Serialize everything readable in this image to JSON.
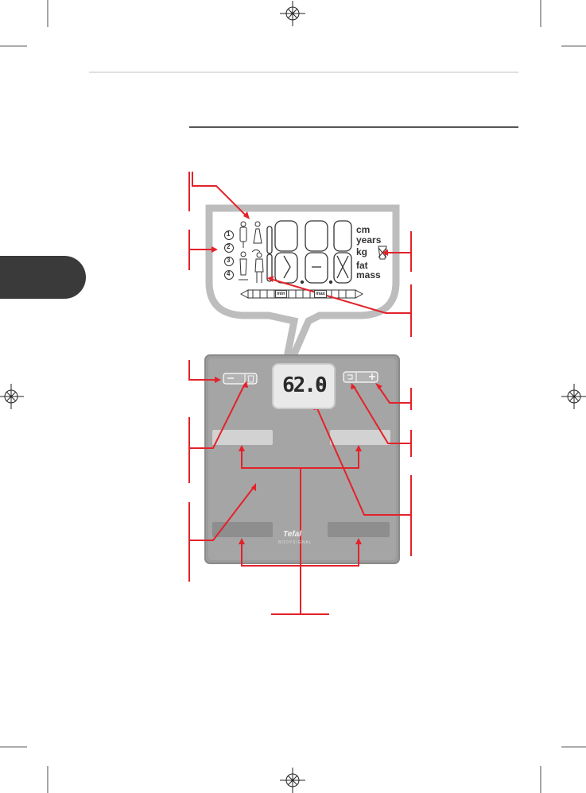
{
  "page": {
    "section_tab": "",
    "background": "#ffffff",
    "accent_red": "#e3222a"
  },
  "lcd": {
    "profile_numbers": [
      "1",
      "2",
      "3",
      "4"
    ],
    "units": {
      "cm": "cm",
      "years": "years",
      "kg": "kg",
      "fat": "fat",
      "mass": "mass"
    },
    "bar_min": "min",
    "bar_max": "max"
  },
  "scale": {
    "reading": "62.0",
    "reading_unit": "kg",
    "brand": "Tefal",
    "model": "BODYSIGNAL"
  },
  "icons": [
    "registration-mark-icon",
    "male-user-icon",
    "female-user-icon",
    "child-icon",
    "athlete-icon",
    "water-drop-icon",
    "minus-icon",
    "plus-icon"
  ]
}
